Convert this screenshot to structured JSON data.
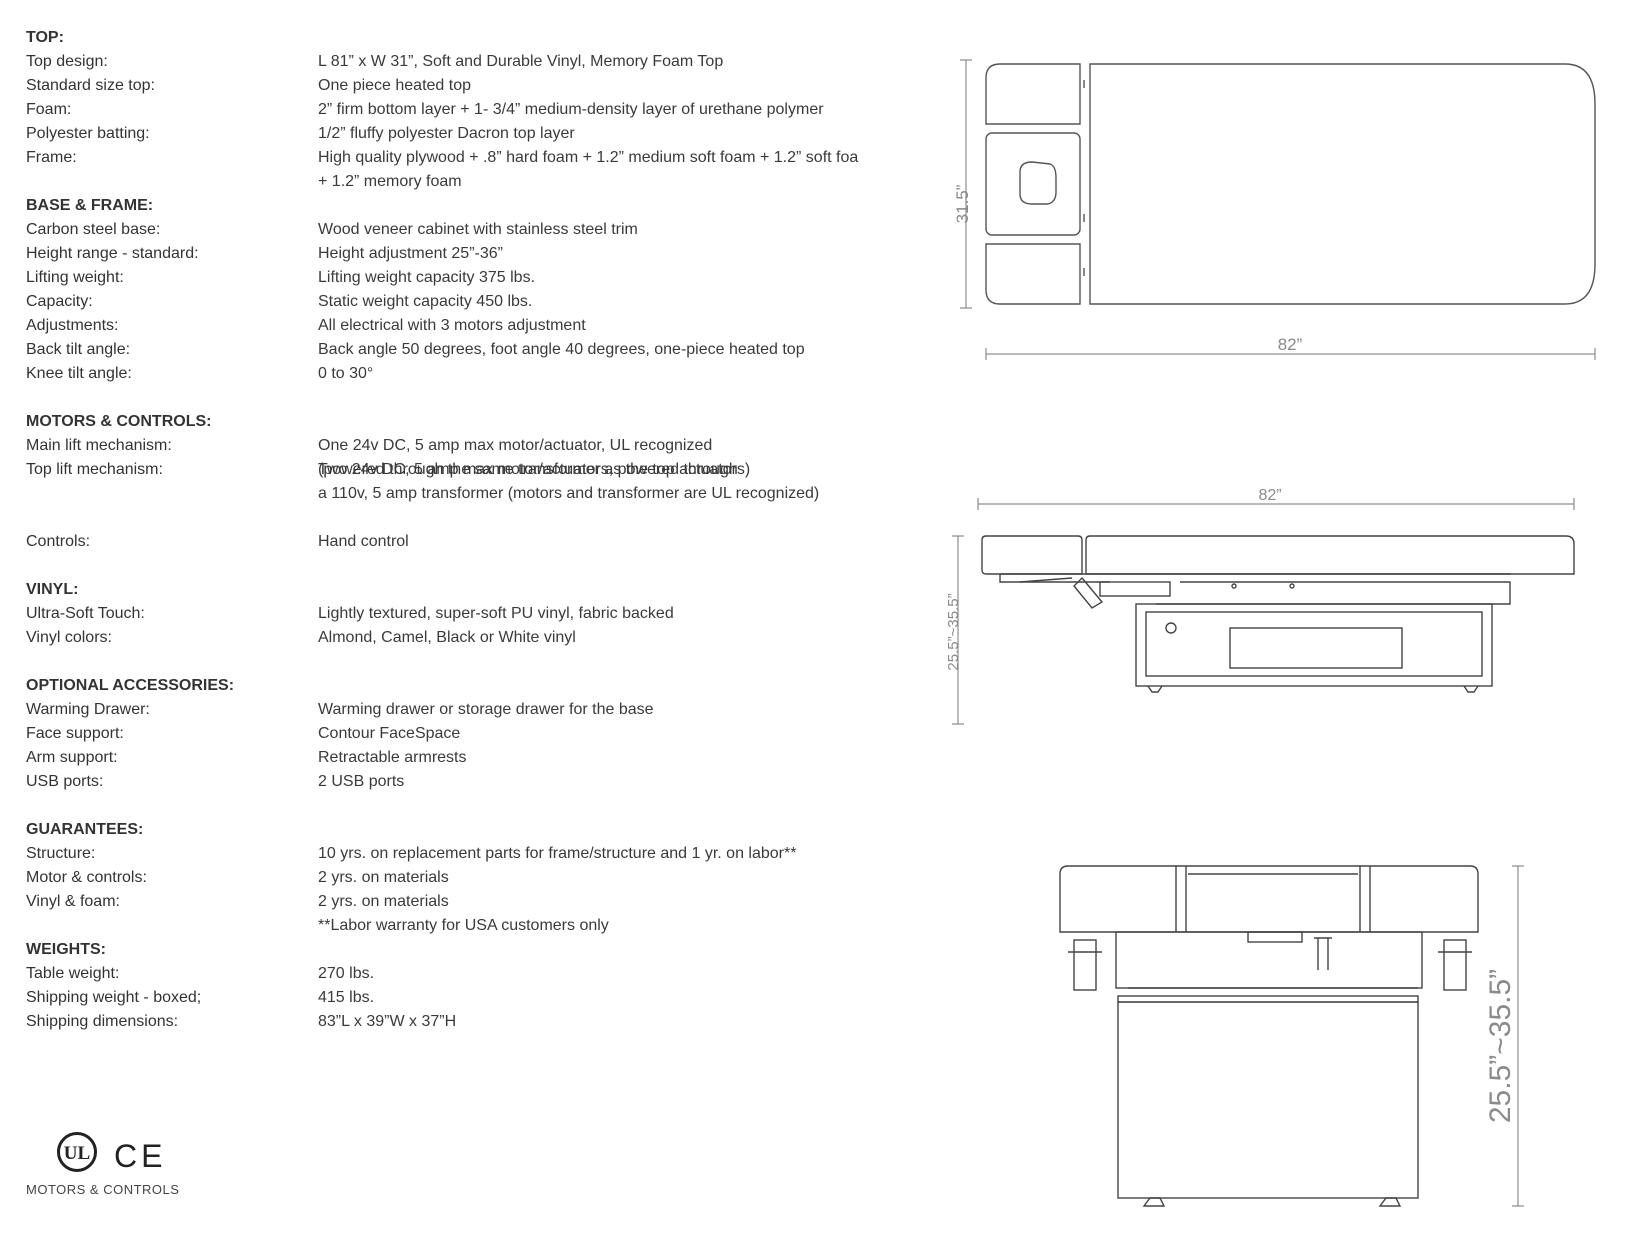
{
  "sections": [
    {
      "title": "TOP:",
      "rows": [
        {
          "label": "Top design:",
          "value": [
            "L 81” x W 31”, Soft and Durable Vinyl, Memory Foam Top"
          ]
        },
        {
          "label": "Standard size top:",
          "value": [
            "One piece heated top"
          ]
        },
        {
          "label": "Foam:",
          "value": [
            "2” firm bottom layer + 1- 3/4” medium-density layer of urethane polymer"
          ]
        },
        {
          "label": "Polyester batting:",
          "value": [
            "1/2” fluffy polyester Dacron top layer"
          ]
        },
        {
          "label": "Frame:",
          "value": [
            "High quality plywood + .8” hard foam + 1.2” medium soft foam + 1.2” soft foa",
            "+ 1.2” memory foam"
          ]
        }
      ]
    },
    {
      "title": "BASE & FRAME:",
      "rows": [
        {
          "label": "Carbon steel base:",
          "value": [
            "Wood veneer cabinet with stainless steel trim"
          ]
        },
        {
          "label": "Height range - standard:",
          "value": [
            "Height adjustment 25”-36”"
          ]
        },
        {
          "label": "Lifting weight:",
          "value": [
            "Lifting weight capacity 375 lbs."
          ]
        },
        {
          "label": "Capacity:",
          "value": [
            "Static weight capacity 450 lbs."
          ]
        },
        {
          "label": "Adjustments:",
          "value": [
            "All electrical with 3 motors adjustment"
          ]
        },
        {
          "label": "Back tilt angle:",
          "value": [
            "Back angle 50 degrees, foot angle 40 degrees, one-piece heated top"
          ]
        },
        {
          "label": "Knee tilt angle:",
          "value": [
            "0 to 30°"
          ]
        }
      ]
    },
    {
      "title": "MOTORS & CONTROLS:",
      "rows": [
        {
          "label": "Main lift mechanism:",
          "value": [
            "One 24v DC, 5 amp max motor/actuator, UL recognized",
            "(powered through the same transformer as the top actuators)"
          ]
        },
        {
          "label": "Top lift mechanism:",
          "value": [
            "Two 24v DC, 5 amp max motor/actuators, powered through",
            "a 110v, 5 amp transformer (motors and transformer are UL recognized)"
          ]
        },
        {
          "label": "Controls:",
          "value": [
            "Hand control"
          ]
        }
      ]
    },
    {
      "title": "VINYL:",
      "rows": [
        {
          "label": "Ultra-Soft Touch:",
          "value": [
            "Lightly textured, super-soft PU vinyl, fabric backed"
          ]
        },
        {
          "label": "Vinyl colors:",
          "value": [
            "Almond, Camel, Black or White vinyl"
          ]
        }
      ]
    },
    {
      "title": "OPTIONAL ACCESSORIES:",
      "rows": [
        {
          "label": "Warming Drawer:",
          "value": [
            "Warming drawer or storage drawer for the base"
          ]
        },
        {
          "label": "Face support:",
          "value": [
            "Contour FaceSpace"
          ]
        },
        {
          "label": "Arm support:",
          "value": [
            "Retractable armrests"
          ]
        },
        {
          "label": "USB ports:",
          "value": [
            "2 USB ports"
          ]
        }
      ]
    },
    {
      "title": "GUARANTEES:",
      "rows": [
        {
          "label": "Structure:",
          "value": [
            "10 yrs. on replacement parts for frame/structure and 1 yr. on labor**"
          ]
        },
        {
          "label": "Motor & controls:",
          "value": [
            "2 yrs. on materials"
          ]
        },
        {
          "label": "Vinyl & foam:",
          "value": [
            "2 yrs. on materials",
            "**Labor warranty for USA customers only"
          ]
        }
      ]
    },
    {
      "title": "WEIGHTS:",
      "rows": [
        {
          "label": "Table weight:",
          "value": [
            "270 lbs."
          ]
        },
        {
          "label": "Shipping weight - boxed;",
          "value": [
            "415 lbs."
          ]
        },
        {
          "label": "Shipping dimensions:",
          "value": [
            "83”L x 39”W x 37”H"
          ]
        }
      ]
    }
  ],
  "certifications": {
    "ul_mark": "UL",
    "ce_mark": "CE",
    "caption": "MOTORS & CONTROLS"
  },
  "drawings": {
    "top_view": {
      "width_label": "82”",
      "height_label": "31.5”"
    },
    "side_view": {
      "width_label": "82”",
      "height_label": "25.5”~35.5”"
    },
    "end_view": {
      "height_label": "25.5”~35.5”"
    }
  }
}
